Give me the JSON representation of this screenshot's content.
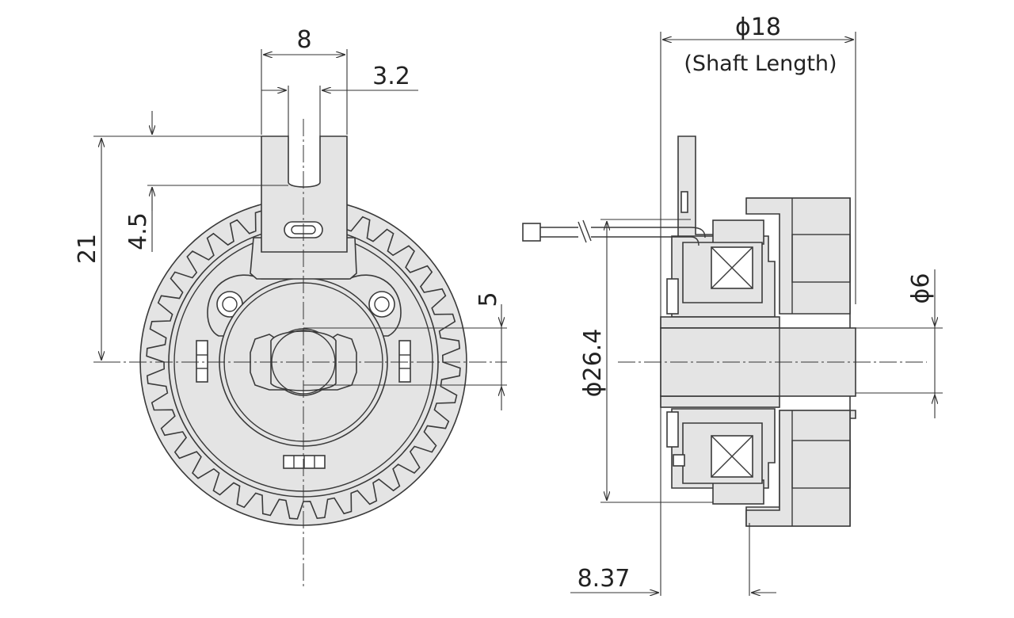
{
  "dimensions": {
    "slot_width": "8",
    "slot_gap": "3.2",
    "tab_depth": "4.5",
    "height_to_center": "21",
    "bore_offset": "5",
    "shaft_length_dia": "ϕ18",
    "shaft_length_note": "(Shaft Length)",
    "outer_dia": "ϕ26.4",
    "shaft_dia": "ϕ6",
    "face_offset": "8.37"
  },
  "colors": {
    "part_fill": "#e4e4e4",
    "line": "#3a3a3a",
    "text": "#222222"
  }
}
